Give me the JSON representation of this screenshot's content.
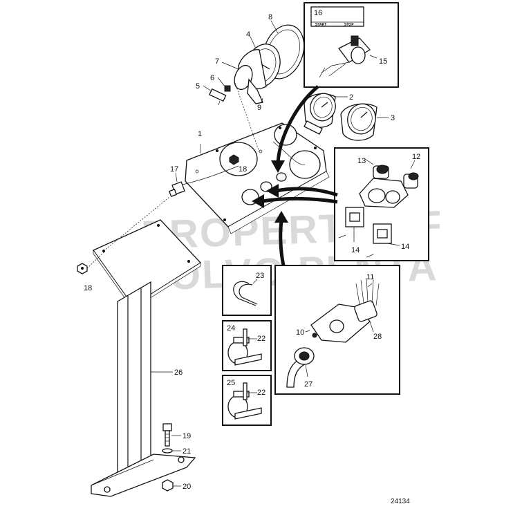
{
  "watermark": {
    "line1": "PROPERTY OF",
    "line2": "VOLVO PENTA"
  },
  "figure_number": "24134",
  "callouts": [
    {
      "id": "c1",
      "text": "1"
    },
    {
      "id": "c2",
      "text": "2"
    },
    {
      "id": "c3",
      "text": "3"
    },
    {
      "id": "c4",
      "text": "4"
    },
    {
      "id": "c5",
      "text": "5"
    },
    {
      "id": "c6",
      "text": "6"
    },
    {
      "id": "c7",
      "text": "7"
    },
    {
      "id": "c8",
      "text": "8"
    },
    {
      "id": "c9",
      "text": "9"
    },
    {
      "id": "c10",
      "text": "10"
    },
    {
      "id": "c11",
      "text": "11"
    },
    {
      "id": "c12",
      "text": "12"
    },
    {
      "id": "c13",
      "text": "13"
    },
    {
      "id": "c14a",
      "text": "14"
    },
    {
      "id": "c14b",
      "text": "14"
    },
    {
      "id": "c15",
      "text": "15"
    },
    {
      "id": "c16",
      "text": "16"
    },
    {
      "id": "c17",
      "text": "17"
    },
    {
      "id": "c18a",
      "text": "18"
    },
    {
      "id": "c18b",
      "text": "18"
    },
    {
      "id": "c19",
      "text": "19"
    },
    {
      "id": "c20",
      "text": "20"
    },
    {
      "id": "c21",
      "text": "21"
    },
    {
      "id": "c22a",
      "text": "22"
    },
    {
      "id": "c22b",
      "text": "22"
    },
    {
      "id": "c23",
      "text": "23"
    },
    {
      "id": "c24",
      "text": "24"
    },
    {
      "id": "c25",
      "text": "25"
    },
    {
      "id": "c26",
      "text": "26"
    },
    {
      "id": "c27",
      "text": "27"
    },
    {
      "id": "c28",
      "text": "28"
    }
  ],
  "switch_label": {
    "start": "START",
    "stop": "STOP"
  }
}
